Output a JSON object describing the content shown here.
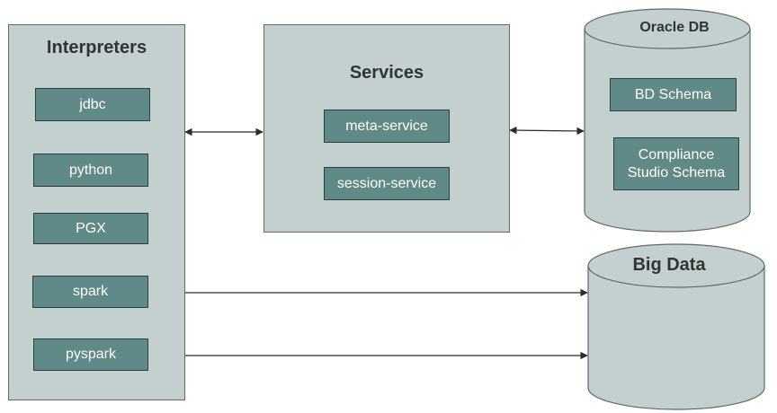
{
  "interpreters": {
    "title": "Interpreters",
    "items": [
      "jdbc",
      "python",
      "PGX",
      "spark",
      "pyspark"
    ]
  },
  "services": {
    "title": "Services",
    "items": [
      "meta-service",
      "session-service"
    ]
  },
  "oracle_db": {
    "title": "Oracle DB",
    "items": [
      "BD Schema",
      "Compliance\nStudio Schema"
    ]
  },
  "big_data": {
    "title": "Big Data"
  },
  "colors": {
    "panel_fill": "#c3d0cf",
    "panel_border": "#5f6a69",
    "item_fill": "#5f8a87",
    "item_border": "#2f3d3c",
    "arrow": "#2b2b2b"
  }
}
